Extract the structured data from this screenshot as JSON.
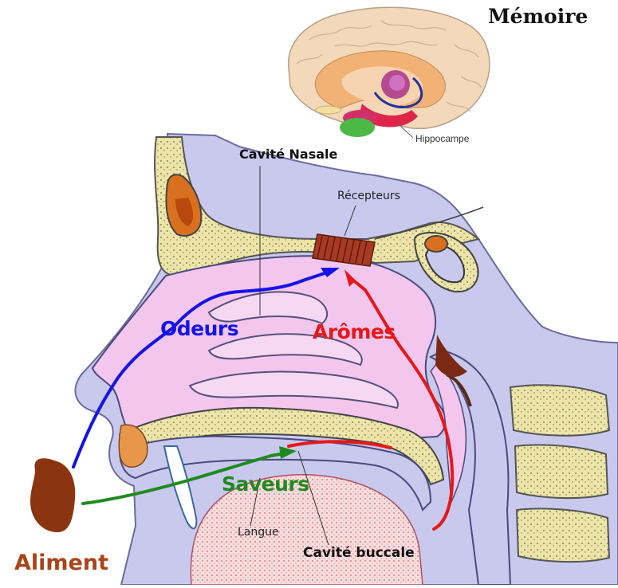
{
  "labels": {
    "memoire": "Mémoire",
    "hippocampe": "Hippocampe",
    "cavite_nasale": "Cavité Nasale",
    "recepteurs": "Récepteurs",
    "odeurs": "Odeurs",
    "aromes": "Arômes",
    "saveurs": "Saveurs",
    "langue": "Langue",
    "cavite_buccale": "Cavité buccale",
    "aliment": "Aliment"
  },
  "colors": {
    "odeurs_path": "#1414e6",
    "aromes_path": "#e61818",
    "saveurs_path": "#1f8a1f",
    "aliment": "#8b3510",
    "mucosa": "#f3c6ee",
    "bone": "#ece3a8",
    "tissue": "#c9c9ee"
  }
}
